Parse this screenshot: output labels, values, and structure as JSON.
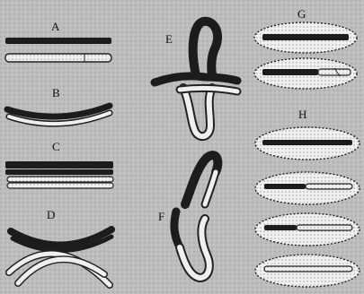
{
  "panels": {
    "A": {
      "label": "A"
    },
    "B": {
      "label": "B"
    },
    "C": {
      "label": "C"
    },
    "D": {
      "label": "D"
    },
    "E": {
      "label": "E"
    },
    "F": {
      "label": "F"
    },
    "G": {
      "label": "G"
    },
    "H": {
      "label": "H"
    }
  },
  "colors": {
    "background": "#b9b9b9",
    "dark_strand": "#1c1c1c",
    "light_strand": "#f2f2f2",
    "outline": "#222222"
  }
}
